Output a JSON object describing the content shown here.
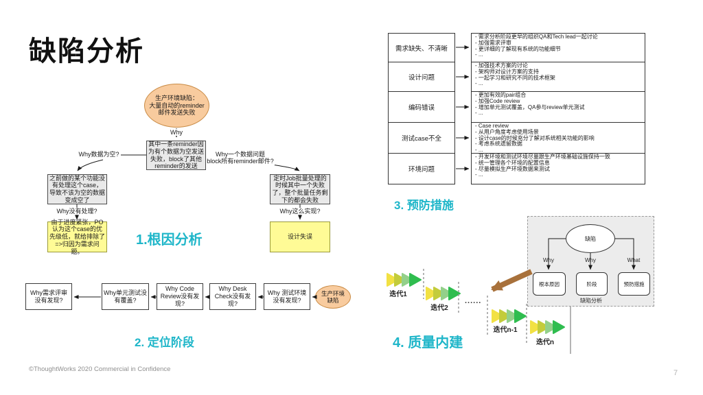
{
  "slide": {
    "title": "缺陷分析",
    "footer": "©ThoughtWorks 2020 Commercial in Confidence",
    "page_number": "7"
  },
  "colors": {
    "accent_teal": "#1fb6c9",
    "orange_node_fill": "#f8cb9e",
    "yellow_node_fill": "#fffb96",
    "grey_node_fill": "#e9e9e9",
    "brown_arrow": "#a8713b"
  },
  "root_cause": {
    "section_label": "1.根因分析",
    "defect_ellipse": "生产环境缺陷：\n大量自动的reminder邮件发送失败",
    "why_top": "Why",
    "center_box": "其中一条reminder因为有个数据为空发送失败，block了其他reminder的发送",
    "left_question": "Why数据为空?",
    "left_box": "之前做的某个功能没有处理这个case，导致不该为空的数据变成空了",
    "left_question2": "Why没有处理?",
    "left_result": "由于进度紧张，PO认为这个case的优先级低，就给排除了\n=>归因为需求问题。",
    "right_question": "Why一个数据问题\nblock所有reminder邮件?",
    "right_box": "定时Job批量处理的时候其中一个失败了，整个批量任务剩下的都会失败",
    "right_question2": "Why这么实现?",
    "right_result": "设计失误"
  },
  "localization": {
    "section_label": "2. 定位阶段",
    "boxes": [
      "Why需求评审没有发现?",
      "Why单元测试没有覆盖?",
      "Why Code Review没有发现?",
      "Why Desk Check没有发现?",
      "Why 测试环境没有发现?"
    ],
    "source_ellipse": "生产环境缺陷"
  },
  "prevention": {
    "section_label": "3. 预防措施",
    "rows": [
      {
        "category": "需求缺失、不清晰",
        "measures": [
          "- 需求分析阶段更早的组织QA和Tech lead一起讨论",
          "- 加强需求评审",
          "- 更详细的了解现有系统的功能细节",
          "- ..."
        ]
      },
      {
        "category": "设计问题",
        "measures": [
          "- 加强技术方案的讨论",
          "- 架构师对设计方案的支持",
          "- 一起学习和研究不同的技术框架",
          "- ..."
        ]
      },
      {
        "category": "编码错误",
        "measures": [
          "- 更加有效的pair组合",
          "- 加强Code review",
          "- 增加单元测试覆盖，QA参与review单元测试",
          "- ..."
        ]
      },
      {
        "category": "测试case不全",
        "measures": [
          "- Case review",
          "- 从用户角度考虑使用场景",
          "- 设计case的时候充分了解对系统相关功能的影响",
          "- 考虑系统遗留数据",
          "- ..."
        ]
      },
      {
        "category": "环境问题",
        "measures": [
          "- 开发环境和测试环境尽量跟生产环境基础设施保持一致",
          "- 统一管理各个环境的配置信息",
          "- 尽量模拟生产环境数据来测试",
          "- ..."
        ]
      }
    ]
  },
  "quality": {
    "section_label": "4. 质量内建",
    "iterations": [
      "迭代1",
      "迭代2",
      "迭代n-1",
      "迭代n"
    ],
    "dots": "......",
    "chevron_colors": [
      "#f2e143",
      "#c3cc3b",
      "#93d08a",
      "#2fbd4f"
    ]
  },
  "mini_diagram": {
    "defect": "缺陷",
    "arrow_labels": [
      "Why",
      "Why",
      "What"
    ],
    "boxes": [
      "根本原因",
      "阶段",
      "预防措施"
    ],
    "caption": "缺陷分析"
  }
}
